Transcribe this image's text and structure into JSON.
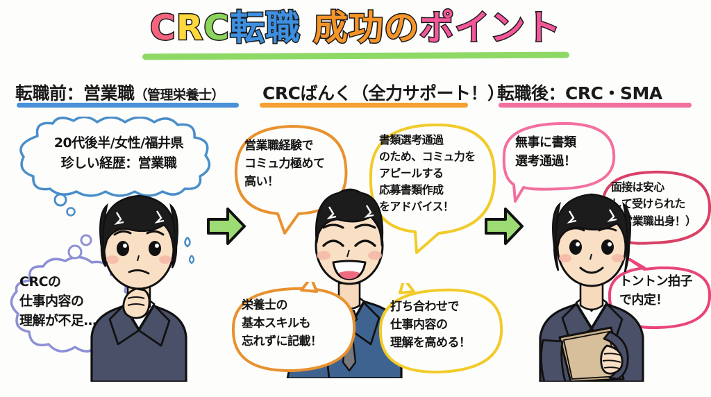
{
  "page": {
    "background_color": "#fdfdfb",
    "title_underline_color": "#8ed966"
  },
  "title": {
    "segments": [
      {
        "text": "C",
        "color": "#f4647f"
      },
      {
        "text": "R",
        "color": "#ffd83b"
      },
      {
        "text": "C",
        "color": "#8cd45c"
      },
      {
        "text": "転職",
        "color": "#3d8fe0"
      },
      {
        "text": "成功",
        "color": "#f59428"
      },
      {
        "text": "の",
        "color": "#f59428"
      },
      {
        "text": "ポイント",
        "color": "#f4569a"
      }
    ],
    "full_text": "CRC転職 成功のポイント"
  },
  "columns": [
    {
      "id": "before",
      "header_main": "転職前：営業職",
      "header_sub": "（管理栄養士）",
      "underline_color": "#4a90d9",
      "bubbles": [
        {
          "id": "profile",
          "text": "20代後半/女性/福井県\n珍しい経歴：営業職",
          "style": "thought-cloud",
          "color": "#4a8ec9"
        },
        {
          "id": "concern",
          "text": "CRCの\n仕事内容の\n理解が不足…",
          "style": "thought-cloud",
          "color": "#8d8fd6"
        }
      ],
      "character": {
        "name": "worried-jobseeker-woman",
        "hair_color": "#1c1c1c",
        "suit_color": "#4a5068",
        "skin_color": "#f7d9bc",
        "expression": "worried"
      }
    },
    {
      "id": "agency",
      "header_main": "CRCばんく",
      "header_sub": "（全力サポート！）",
      "underline_color": "#f5a030",
      "bubbles": [
        {
          "id": "comm-skill",
          "text": "営業職経験で\nコミュ力極めて\n高い！",
          "style": "speech",
          "color": "#e8912f"
        },
        {
          "id": "doc-advice",
          "text": "書類選考通過\nのため、コミュ力を\nアピールする\n応募書類作成\nをアドバイス！",
          "style": "speech",
          "color": "#f2cb2a"
        },
        {
          "id": "basic-skill",
          "text": "栄養士の\n基本スキルも\n忘れずに記載！",
          "style": "speech",
          "color": "#e8912f"
        },
        {
          "id": "meeting",
          "text": "打ち合わせで\n仕事内容の\n理解を高める！",
          "style": "speech",
          "color": "#f2cb2a"
        }
      ],
      "character": {
        "name": "smiling-career-advisor-man",
        "hair_color": "#1c1c1c",
        "suit_color": "#3f6391",
        "tie_color": "#77797f",
        "skin_color": "#f7d9bc",
        "expression": "cheerful-fist-pump"
      }
    },
    {
      "id": "after",
      "header_main": "転職後：CRC・SMA",
      "header_sub": "",
      "underline_color": "#f2709f",
      "bubbles": [
        {
          "id": "doc-passed",
          "text": "無事に書類\n選考通過！",
          "style": "speech",
          "color": "#f2709f"
        },
        {
          "id": "interview-ok",
          "text": "面接は安心\nして受けられた\n（営業職出身！）",
          "style": "speech",
          "color": "#d94166"
        },
        {
          "id": "offer",
          "text": "トントン拍子\nで内定！",
          "style": "speech",
          "color": "#e8457a"
        }
      ],
      "character": {
        "name": "confident-crc-woman",
        "hair_color": "#1c1c1c",
        "suit_color": "#4a5068",
        "folder_color": "#c9ad85",
        "skin_color": "#f7d9bc",
        "expression": "confident-smile"
      }
    }
  ],
  "arrows": [
    {
      "id": "arrow-1",
      "direction": "right",
      "color": "#8ed966"
    },
    {
      "id": "arrow-2",
      "direction": "right",
      "color": "#8ed966"
    }
  ]
}
